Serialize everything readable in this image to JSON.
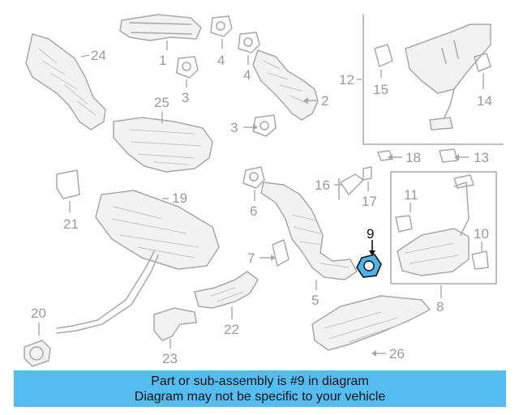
{
  "callouts": [
    {
      "id": "1",
      "text": "1"
    },
    {
      "id": "2",
      "text": "2"
    },
    {
      "id": "3a",
      "text": "3"
    },
    {
      "id": "3b",
      "text": "3"
    },
    {
      "id": "4a",
      "text": "4"
    },
    {
      "id": "4b",
      "text": "4"
    },
    {
      "id": "5",
      "text": "5"
    },
    {
      "id": "6",
      "text": "6"
    },
    {
      "id": "7",
      "text": "7"
    },
    {
      "id": "8",
      "text": "8"
    },
    {
      "id": "9",
      "text": "9"
    },
    {
      "id": "10",
      "text": "10"
    },
    {
      "id": "11",
      "text": "11"
    },
    {
      "id": "12",
      "text": "12"
    },
    {
      "id": "13",
      "text": "13"
    },
    {
      "id": "14",
      "text": "14"
    },
    {
      "id": "15",
      "text": "15"
    },
    {
      "id": "16",
      "text": "16"
    },
    {
      "id": "17",
      "text": "17"
    },
    {
      "id": "18",
      "text": "18"
    },
    {
      "id": "19",
      "text": "19"
    },
    {
      "id": "20",
      "text": "20"
    },
    {
      "id": "21",
      "text": "21"
    },
    {
      "id": "22",
      "text": "22"
    },
    {
      "id": "23",
      "text": "23"
    },
    {
      "id": "24",
      "text": "24"
    },
    {
      "id": "25",
      "text": "25"
    },
    {
      "id": "26",
      "text": "26"
    }
  ],
  "highlighted_part": "9",
  "banner": {
    "line1": "Part or sub-assembly is #9 in diagram",
    "line2": "Diagram may not be specific to your vehicle"
  },
  "colors": {
    "highlight": "#4db3ea",
    "banner": "#55bdf1",
    "line_art": "#a8a8a8",
    "callout_text": "#9a9a9a"
  }
}
